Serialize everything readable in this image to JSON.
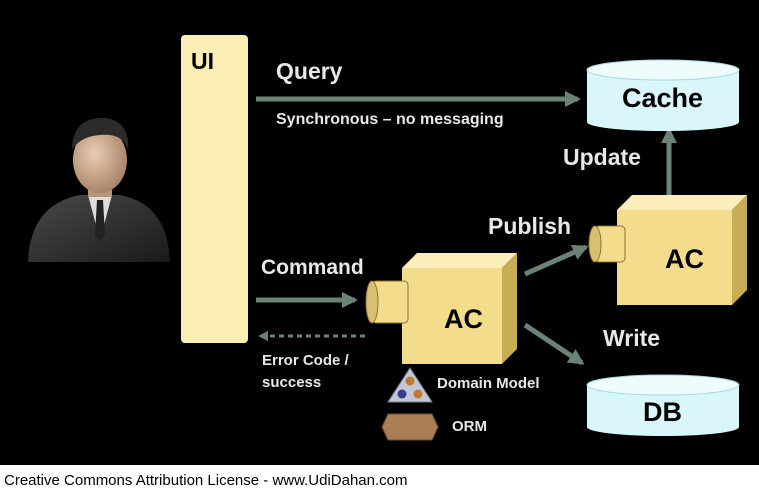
{
  "diagram": {
    "ui_label": "UI",
    "query_label": "Query",
    "sync_note": "Synchronous – no messaging",
    "cache_label": "Cache",
    "update_label": "Update",
    "publish_label": "Publish",
    "ac_top_label": "AC",
    "ac_main_label": "AC",
    "command_label": "Command",
    "write_label": "Write",
    "error_label_line1": "Error Code /",
    "error_label_line2": "success",
    "domain_model_label": "Domain Model",
    "orm_label": "ORM",
    "db_label": "DB"
  },
  "colors": {
    "background": "#000000",
    "ui_bar": "#fbeeb5",
    "cube_front": "#f3dd8c",
    "cube_top": "#fbeebb",
    "cube_side": "#c9ad55",
    "cylinder": "#d9f7fb",
    "arrow": "#6b8276"
  },
  "footer": {
    "license": "Creative Commons Attribution License - www.UdiDahan.com"
  }
}
